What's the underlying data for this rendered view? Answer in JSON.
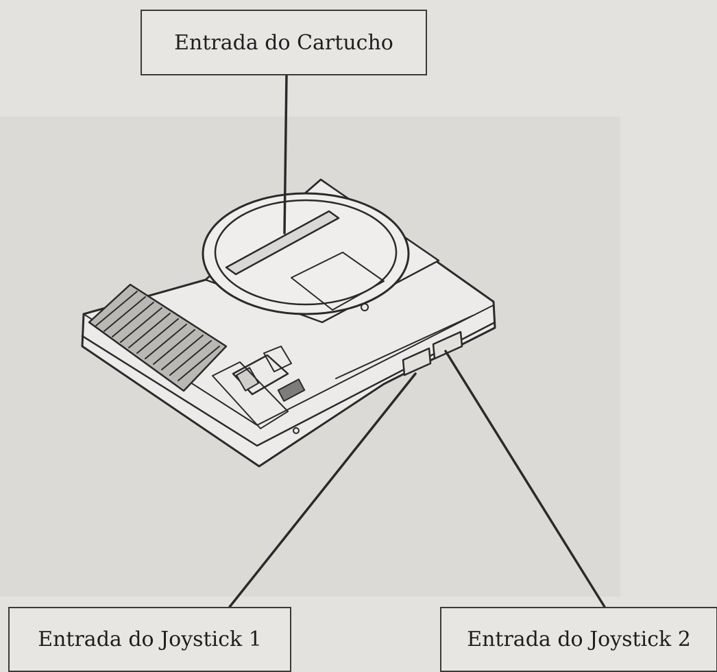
{
  "labels": {
    "cartridge": "Entrada do Cartucho",
    "joystick1": "Entrada do Joystick 1",
    "joystick2": "Entrada do Joystick 2"
  },
  "colors": {
    "background": "#e4e2df",
    "ink": "#2a2a2a",
    "console_fill": "#ecebea"
  },
  "illustration": "console-line-drawing"
}
